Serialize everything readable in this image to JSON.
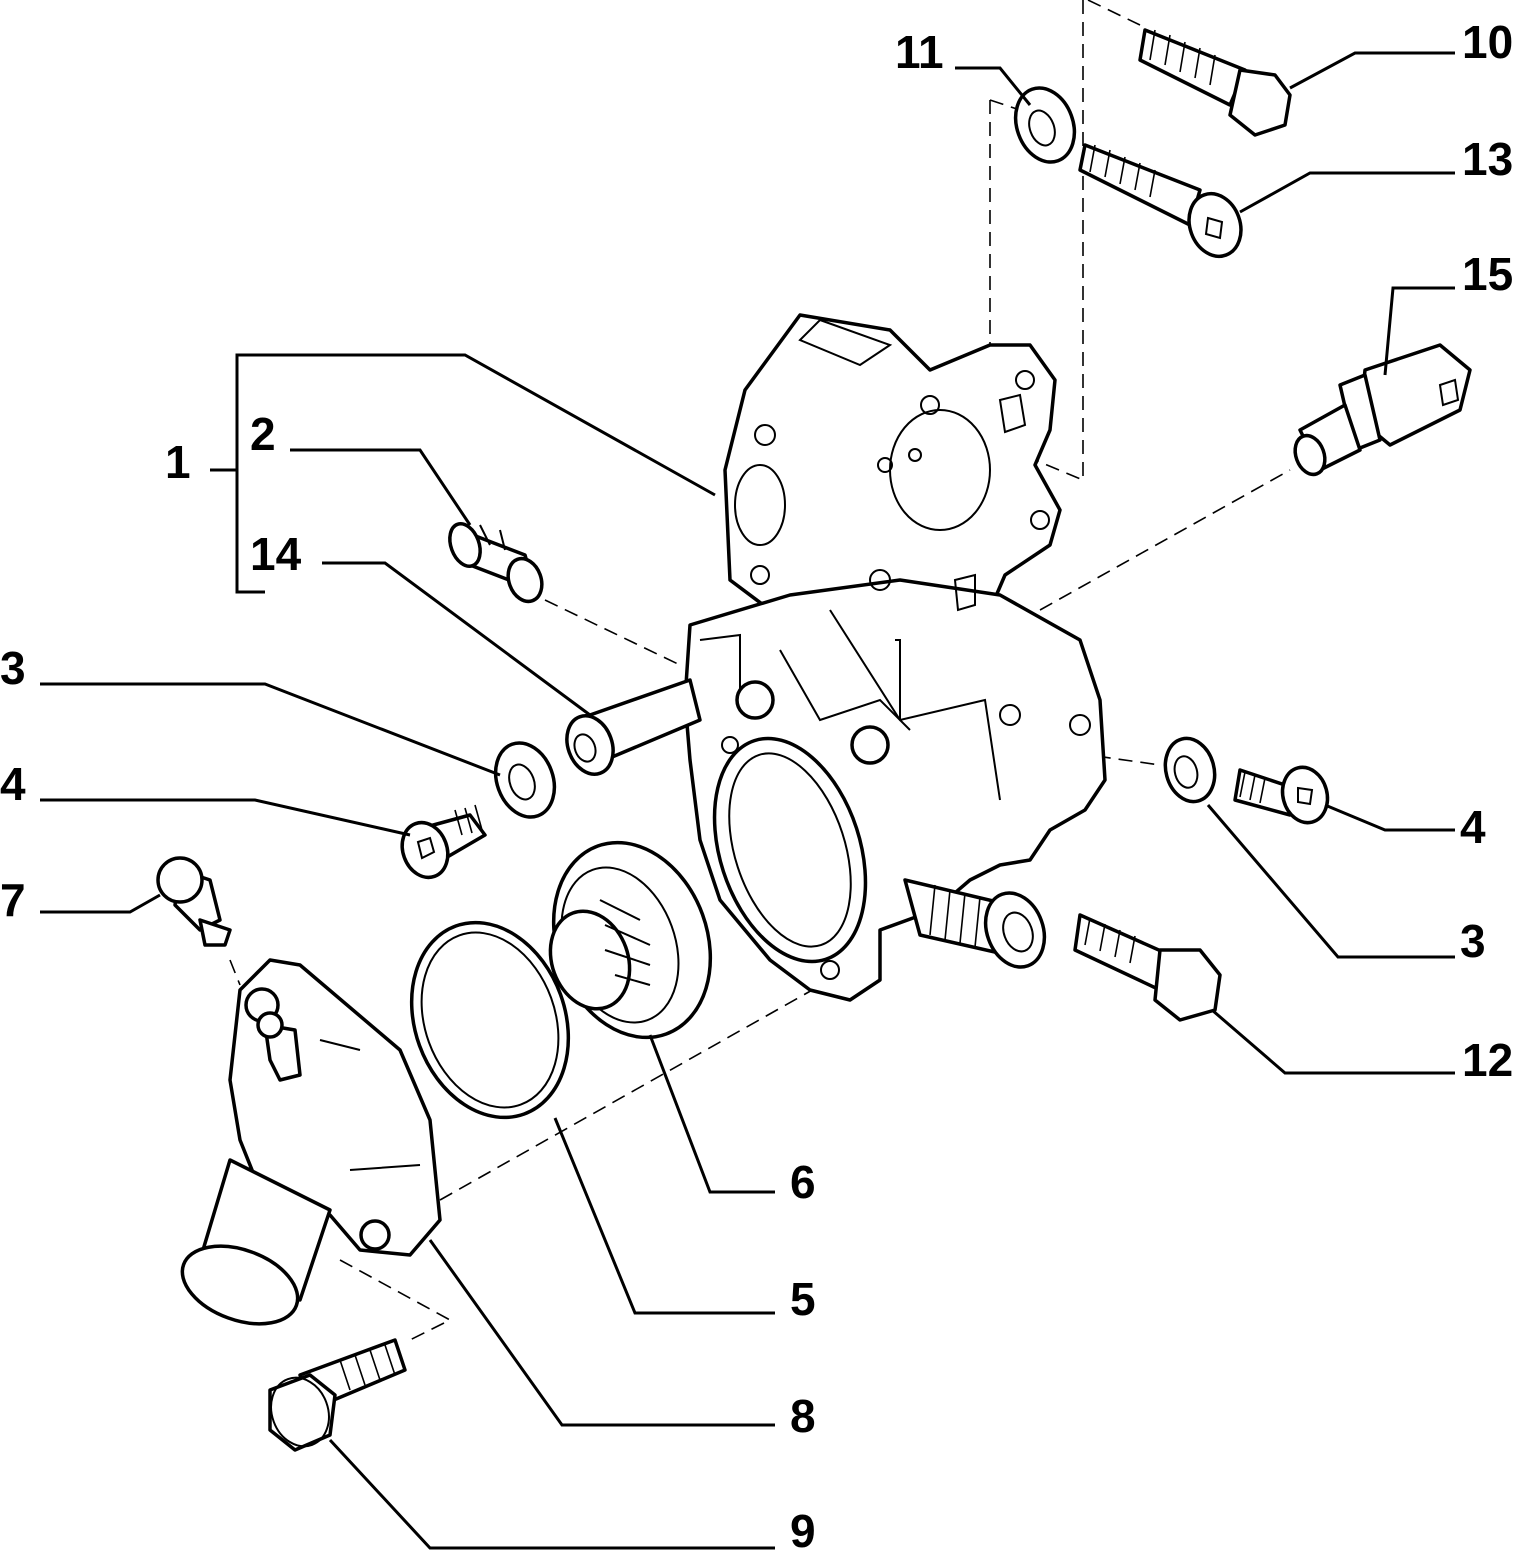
{
  "diagram": {
    "callouts": [
      {
        "id": "c1",
        "label": "1"
      },
      {
        "id": "c2",
        "label": "2"
      },
      {
        "id": "c3a",
        "label": "3"
      },
      {
        "id": "c3b",
        "label": "3"
      },
      {
        "id": "c4a",
        "label": "4"
      },
      {
        "id": "c4b",
        "label": "4"
      },
      {
        "id": "c5",
        "label": "5"
      },
      {
        "id": "c6",
        "label": "6"
      },
      {
        "id": "c7",
        "label": "7"
      },
      {
        "id": "c8",
        "label": "8"
      },
      {
        "id": "c9",
        "label": "9"
      },
      {
        "id": "c10",
        "label": "10"
      },
      {
        "id": "c11",
        "label": "11"
      },
      {
        "id": "c12",
        "label": "12"
      },
      {
        "id": "c13",
        "label": "13"
      },
      {
        "id": "c14",
        "label": "14"
      },
      {
        "id": "c15",
        "label": "15"
      }
    ]
  }
}
